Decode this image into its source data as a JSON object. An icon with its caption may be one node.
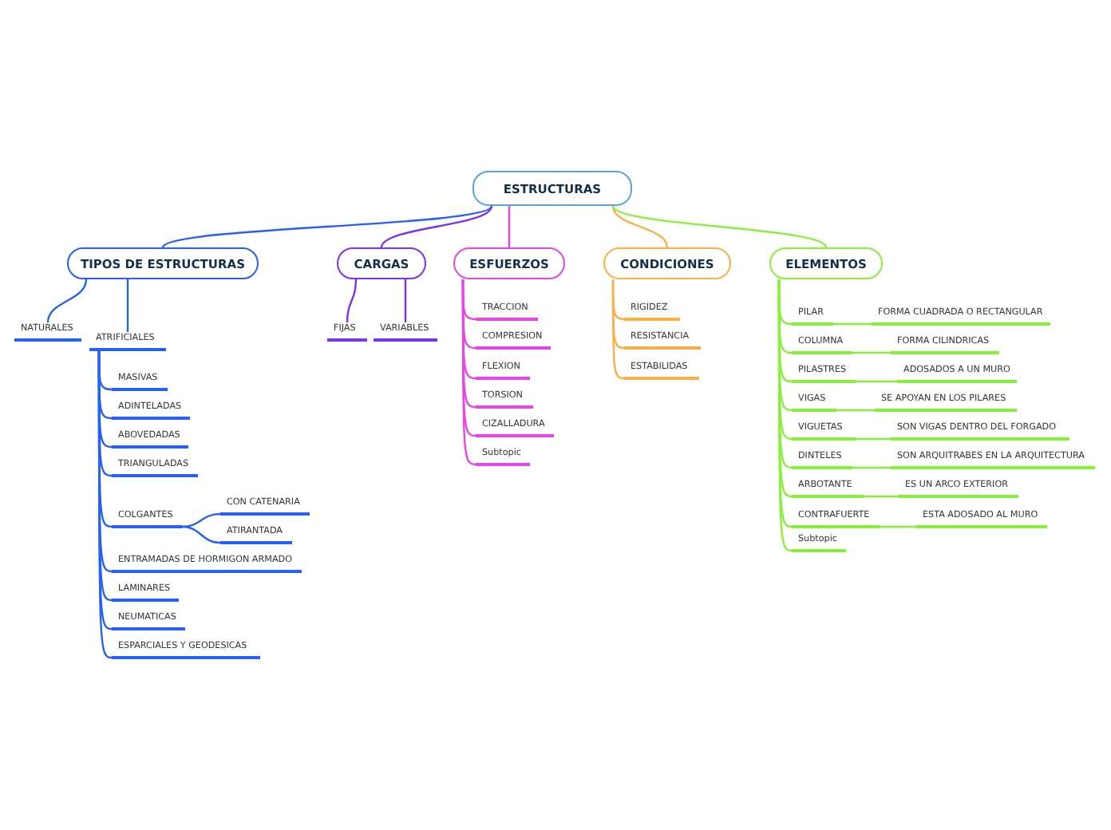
{
  "diagram": {
    "nodes": [
      {
        "text": [
          "ESTRUCTURAS"
        ]
      },
      {
        "text": [
          "TIPOS DE ESTRUCTURAS"
        ]
      },
      {
        "text": [
          "CARGAS"
        ]
      },
      {
        "text": [
          "ESFUERZOS"
        ]
      },
      {
        "text": [
          "CONDICIONES"
        ]
      },
      {
        "text": [
          "ELEMENTOS"
        ]
      },
      {
        "text": [
          "NATURALES"
        ]
      },
      {
        "text": [
          "ATRIFICIALES"
        ]
      },
      {
        "text": [
          "MASIVAS"
        ]
      },
      {
        "text": [
          "ADINTELADAS"
        ]
      },
      {
        "text": [
          "ABOVEDADAS"
        ]
      },
      {
        "text": [
          "TRIANGULADAS"
        ]
      },
      {
        "text": [
          "COLGANTES"
        ]
      },
      {
        "text": [
          "CON CATENARIA"
        ]
      },
      {
        "text": [
          "ATIRANTADA"
        ]
      },
      {
        "text": [
          "ENTRAMADAS DE HORMIGON ARMADO"
        ]
      },
      {
        "text": [
          "LAMINARES"
        ]
      },
      {
        "text": [
          "NEUMATICAS"
        ]
      },
      {
        "text": [
          "ESPARCIALES Y GEODESICAS"
        ]
      },
      {
        "text": [
          "FIJAS"
        ]
      },
      {
        "text": [
          "VARIABLES"
        ]
      },
      {
        "text": [
          "TRACCION"
        ]
      },
      {
        "text": [
          "COMPRESION"
        ]
      },
      {
        "text": [
          "FLEXION"
        ]
      },
      {
        "text": [
          "TORSION"
        ]
      },
      {
        "text": [
          "CIZALLADURA"
        ]
      },
      {
        "text": [
          "Subtopic"
        ]
      },
      {
        "text": [
          "RIGIDEZ"
        ]
      },
      {
        "text": [
          "RESISTANCIA"
        ]
      },
      {
        "text": [
          "ESTABILIDAS"
        ]
      },
      {
        "text": [
          "PILAR"
        ]
      },
      {
        "text": [
          "FORMA CUADRADA O RECTANGULAR"
        ]
      },
      {
        "text": [
          "COLUMNA"
        ]
      },
      {
        "text": [
          "FORMA CILINDRICAS"
        ]
      },
      {
        "text": [
          "PILASTRES"
        ]
      },
      {
        "text": [
          "ADOSADOS A UN MURO"
        ]
      },
      {
        "text": [
          "VIGAS"
        ]
      },
      {
        "text": [
          "SE APOYAN EN LOS PILARES"
        ]
      },
      {
        "text": [
          "VIGUETAS"
        ]
      },
      {
        "text": [
          "SON VIGAS  DENTRO DEL FORGADO"
        ]
      },
      {
        "text": [
          "DINTELES"
        ]
      },
      {
        "text": [
          "SON ARQUITRABES EN LA ARQUITECTURA"
        ]
      },
      {
        "text": [
          "ARBOTANTE"
        ]
      },
      {
        "text": [
          "ES UN ARCO EXTERIOR"
        ]
      },
      {
        "text": [
          "CONTRAFUERTE"
        ]
      },
      {
        "text": [
          "ESTA ADOSADO AL MURO"
        ]
      },
      {
        "text": [
          "Subtopic"
        ]
      }
    ],
    "edges": [
      {
        "from": 0,
        "to": 1,
        "arrow": "none",
        "color": "#2660f5"
      },
      {
        "from": 0,
        "to": 2,
        "arrow": "none",
        "color": "#7b33ee"
      },
      {
        "from": 0,
        "to": 3,
        "arrow": "none",
        "color": "#e844e8"
      },
      {
        "from": 0,
        "to": 4,
        "arrow": "none",
        "color": "#ffad45"
      },
      {
        "from": 0,
        "to": 5,
        "arrow": "none"
      },
      {
        "from": 1,
        "to": 6,
        "arrow": "none",
        "color": "#2660f5"
      },
      {
        "from": 1,
        "to": 7,
        "arrow": "none",
        "color": "#2660f5"
      },
      {
        "from": 7,
        "to": 8,
        "arrow": "none",
        "color": "#2660f5"
      },
      {
        "from": 7,
        "to": 9,
        "arrow": "none",
        "color": "#2660f5"
      },
      {
        "from": 7,
        "to": 10,
        "arrow": "none",
        "color": "#2660f5"
      },
      {
        "from": 7,
        "to": 11,
        "arrow": "none",
        "color": "#2660f5"
      },
      {
        "from": 7,
        "to": 12,
        "arrow": "none",
        "color": "#2660f5"
      },
      {
        "from": 12,
        "to": 13,
        "arrow": "none",
        "color": "#2660f5"
      },
      {
        "from": 12,
        "to": 14,
        "arrow": "none",
        "color": "#2660f5"
      },
      {
        "from": 7,
        "to": 15,
        "arrow": "none",
        "color": "#2660f5"
      },
      {
        "from": 7,
        "to": 16,
        "arrow": "none",
        "color": "#2660f5"
      },
      {
        "from": 7,
        "to": 17,
        "arrow": "none",
        "color": "#2660f5"
      },
      {
        "from": 7,
        "to": 18,
        "arrow": "none",
        "color": "#2660f5"
      },
      {
        "from": 2,
        "to": 19,
        "arrow": "none",
        "color": "#7b33ee"
      },
      {
        "from": 2,
        "to": 20,
        "arrow": "none",
        "color": "#7b33ee"
      },
      {
        "from": 3,
        "to": 21,
        "arrow": "none",
        "color": "#e844e8"
      },
      {
        "from": 3,
        "to": 22,
        "arrow": "none",
        "color": "#e844e8"
      },
      {
        "from": 3,
        "to": 23,
        "arrow": "none",
        "color": "#e844e8"
      },
      {
        "from": 3,
        "to": 24,
        "arrow": "none",
        "color": "#e844e8"
      },
      {
        "from": 3,
        "to": 25,
        "arrow": "none",
        "color": "#e844e8"
      },
      {
        "from": 3,
        "to": 26,
        "arrow": "none",
        "color": "#e844e8"
      },
      {
        "from": 4,
        "to": 27,
        "arrow": "none",
        "color": "#ffad45"
      },
      {
        "from": 4,
        "to": 28,
        "arrow": "none",
        "color": "#ffad45"
      },
      {
        "from": 4,
        "to": 29,
        "arrow": "none",
        "color": "#ffad45"
      },
      {
        "from": 5,
        "to": 30,
        "arrow": "none"
      },
      {
        "from": 30,
        "to": 31,
        "arrow": "none"
      },
      {
        "from": 5,
        "to": 32,
        "arrow": "none"
      },
      {
        "from": 32,
        "to": 33,
        "arrow": "none"
      },
      {
        "from": 5,
        "to": 34,
        "arrow": "none"
      },
      {
        "from": 34,
        "to": 35,
        "arrow": "none"
      },
      {
        "from": 5,
        "to": 36,
        "arrow": "none"
      },
      {
        "from": 36,
        "to": 37,
        "arrow": "none"
      },
      {
        "from": 5,
        "to": 38,
        "arrow": "none"
      },
      {
        "from": 38,
        "to": 39,
        "arrow": "none"
      },
      {
        "from": 5,
        "to": 40,
        "arrow": "none"
      },
      {
        "from": 40,
        "to": 41,
        "arrow": "none"
      },
      {
        "from": 5,
        "to": 42,
        "arrow": "none"
      },
      {
        "from": 42,
        "to": 43,
        "arrow": "none"
      },
      {
        "from": 5,
        "to": 44,
        "arrow": "none"
      },
      {
        "from": 44,
        "to": 45,
        "arrow": "none"
      },
      {
        "from": 5,
        "to": 46,
        "arrow": "none"
      }
    ]
  }
}
